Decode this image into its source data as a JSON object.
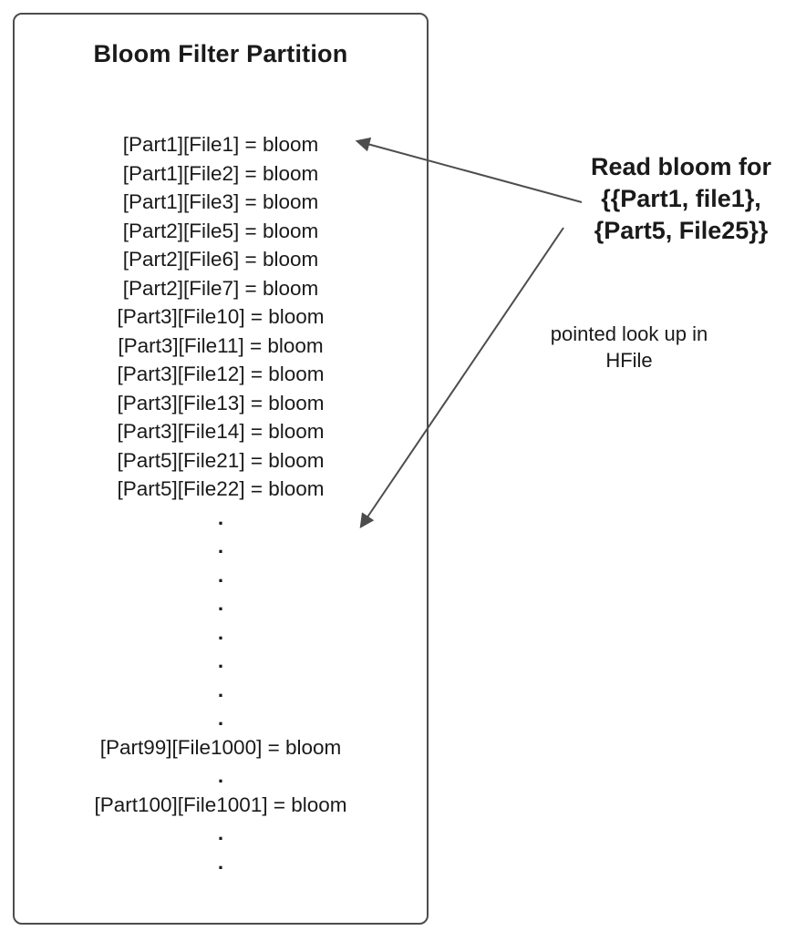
{
  "diagram": {
    "title": "Bloom Filter Partition",
    "entries": [
      "[Part1][File1] = bloom",
      "[Part1][File2] = bloom",
      "[Part1][File3] = bloom",
      "[Part2][File5] = bloom",
      "[Part2][File6] = bloom",
      "[Part2][File7] = bloom",
      "[Part3][File10] = bloom",
      "[Part3][File11] = bloom",
      "[Part3][File12] = bloom",
      "[Part3][File13] = bloom",
      "[Part3][File14] = bloom",
      "[Part5][File21] = bloom",
      "[Part5][File22] = bloom"
    ],
    "dot": ".",
    "entry_part99": "[Part99][File1000] = bloom",
    "entry_part100": "[Part100][File1001] = bloom",
    "annotation_read_bloom": {
      "line1": "Read bloom for",
      "line2": "{{Part1, file1},",
      "line3": "{Part5, File25}}"
    },
    "annotation_pointed_lookup": {
      "line1": "pointed look up in",
      "line2": "HFile"
    },
    "colors": {
      "box_border": "#4d4d4d",
      "arrow": "#4d4d4d",
      "text": "#1a1a1a"
    }
  }
}
